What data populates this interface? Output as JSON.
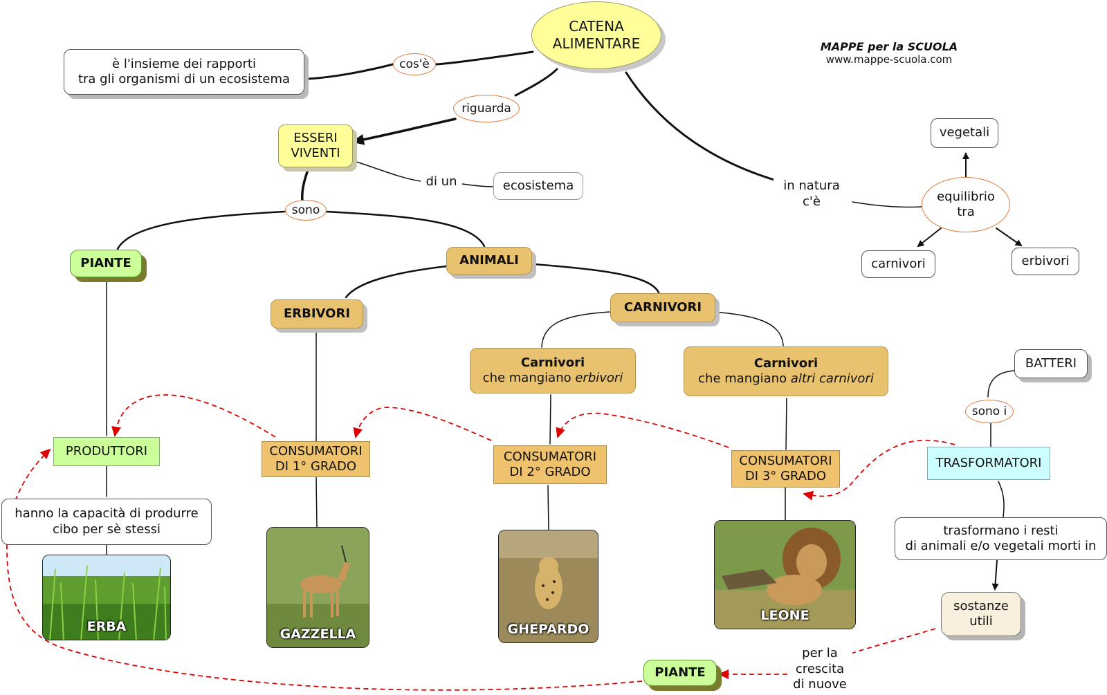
{
  "brand": {
    "title": "MAPPE per la SCUOLA",
    "url": "www.mappe-scuola.com"
  },
  "concepts": {
    "catena": [
      "CATENA",
      "ALIMENTARE"
    ],
    "definizione": [
      "è l'insieme dei rapporti",
      "tra gli organismi di un ecosistema"
    ],
    "esseri_viventi": [
      "ESSERI",
      "VIVENTI"
    ],
    "ecosistema": "ecosistema",
    "piante": "PIANTE",
    "animali": "ANIMALI",
    "erbivori": "ERBIVORI",
    "carnivori": "CARNIVORI",
    "carnivori_1": {
      "title": "Carnivori",
      "prefix": "che mangiano ",
      "italic": "erbivori"
    },
    "carnivori_2": {
      "title": "Carnivori",
      "prefix": "che mangiano ",
      "italic": "altri carnivori"
    },
    "produttori": "PRODUTTORI",
    "consumatori_1": [
      "CONSUMATORI",
      "DI 1° GRADO"
    ],
    "consumatori_2": [
      "CONSUMATORI",
      "DI 2° GRADO"
    ],
    "consumatori_3": [
      "CONSUMATORI",
      "DI 3° GRADO"
    ],
    "capacita": [
      "hanno la capacità di produrre",
      "cibo per sè stessi"
    ],
    "equilibrio": [
      "equilibrio",
      "tra"
    ],
    "vegetali": "vegetali",
    "carnivori_small": "carnivori",
    "erbivori_small": "erbivori",
    "batteri": "BATTERI",
    "trasformatori": "TRASFORMATORI",
    "trasformano": [
      "trasformano i resti",
      "di animali e/o vegetali morti in"
    ],
    "sostanze": [
      "sostanze",
      "utili"
    ],
    "piante_bottom": "PIANTE"
  },
  "linking_words": {
    "cose": "cos'è",
    "riguarda": "riguarda",
    "di_un": "di un",
    "sono": "sono",
    "in_natura": [
      "in natura",
      "c'è"
    ],
    "sono_i": "sono i",
    "per_la": [
      "per la",
      "crescita",
      "di nuove"
    ]
  },
  "photos": {
    "erba": "ERBA",
    "gazzella": "GAZZELLA",
    "ghepardo": "GHEPARDO",
    "leone": "LEONE"
  },
  "colors": {
    "link_line": "#111111",
    "dashed_arrow": "#dd0000",
    "link_border": "#e07a3b"
  }
}
